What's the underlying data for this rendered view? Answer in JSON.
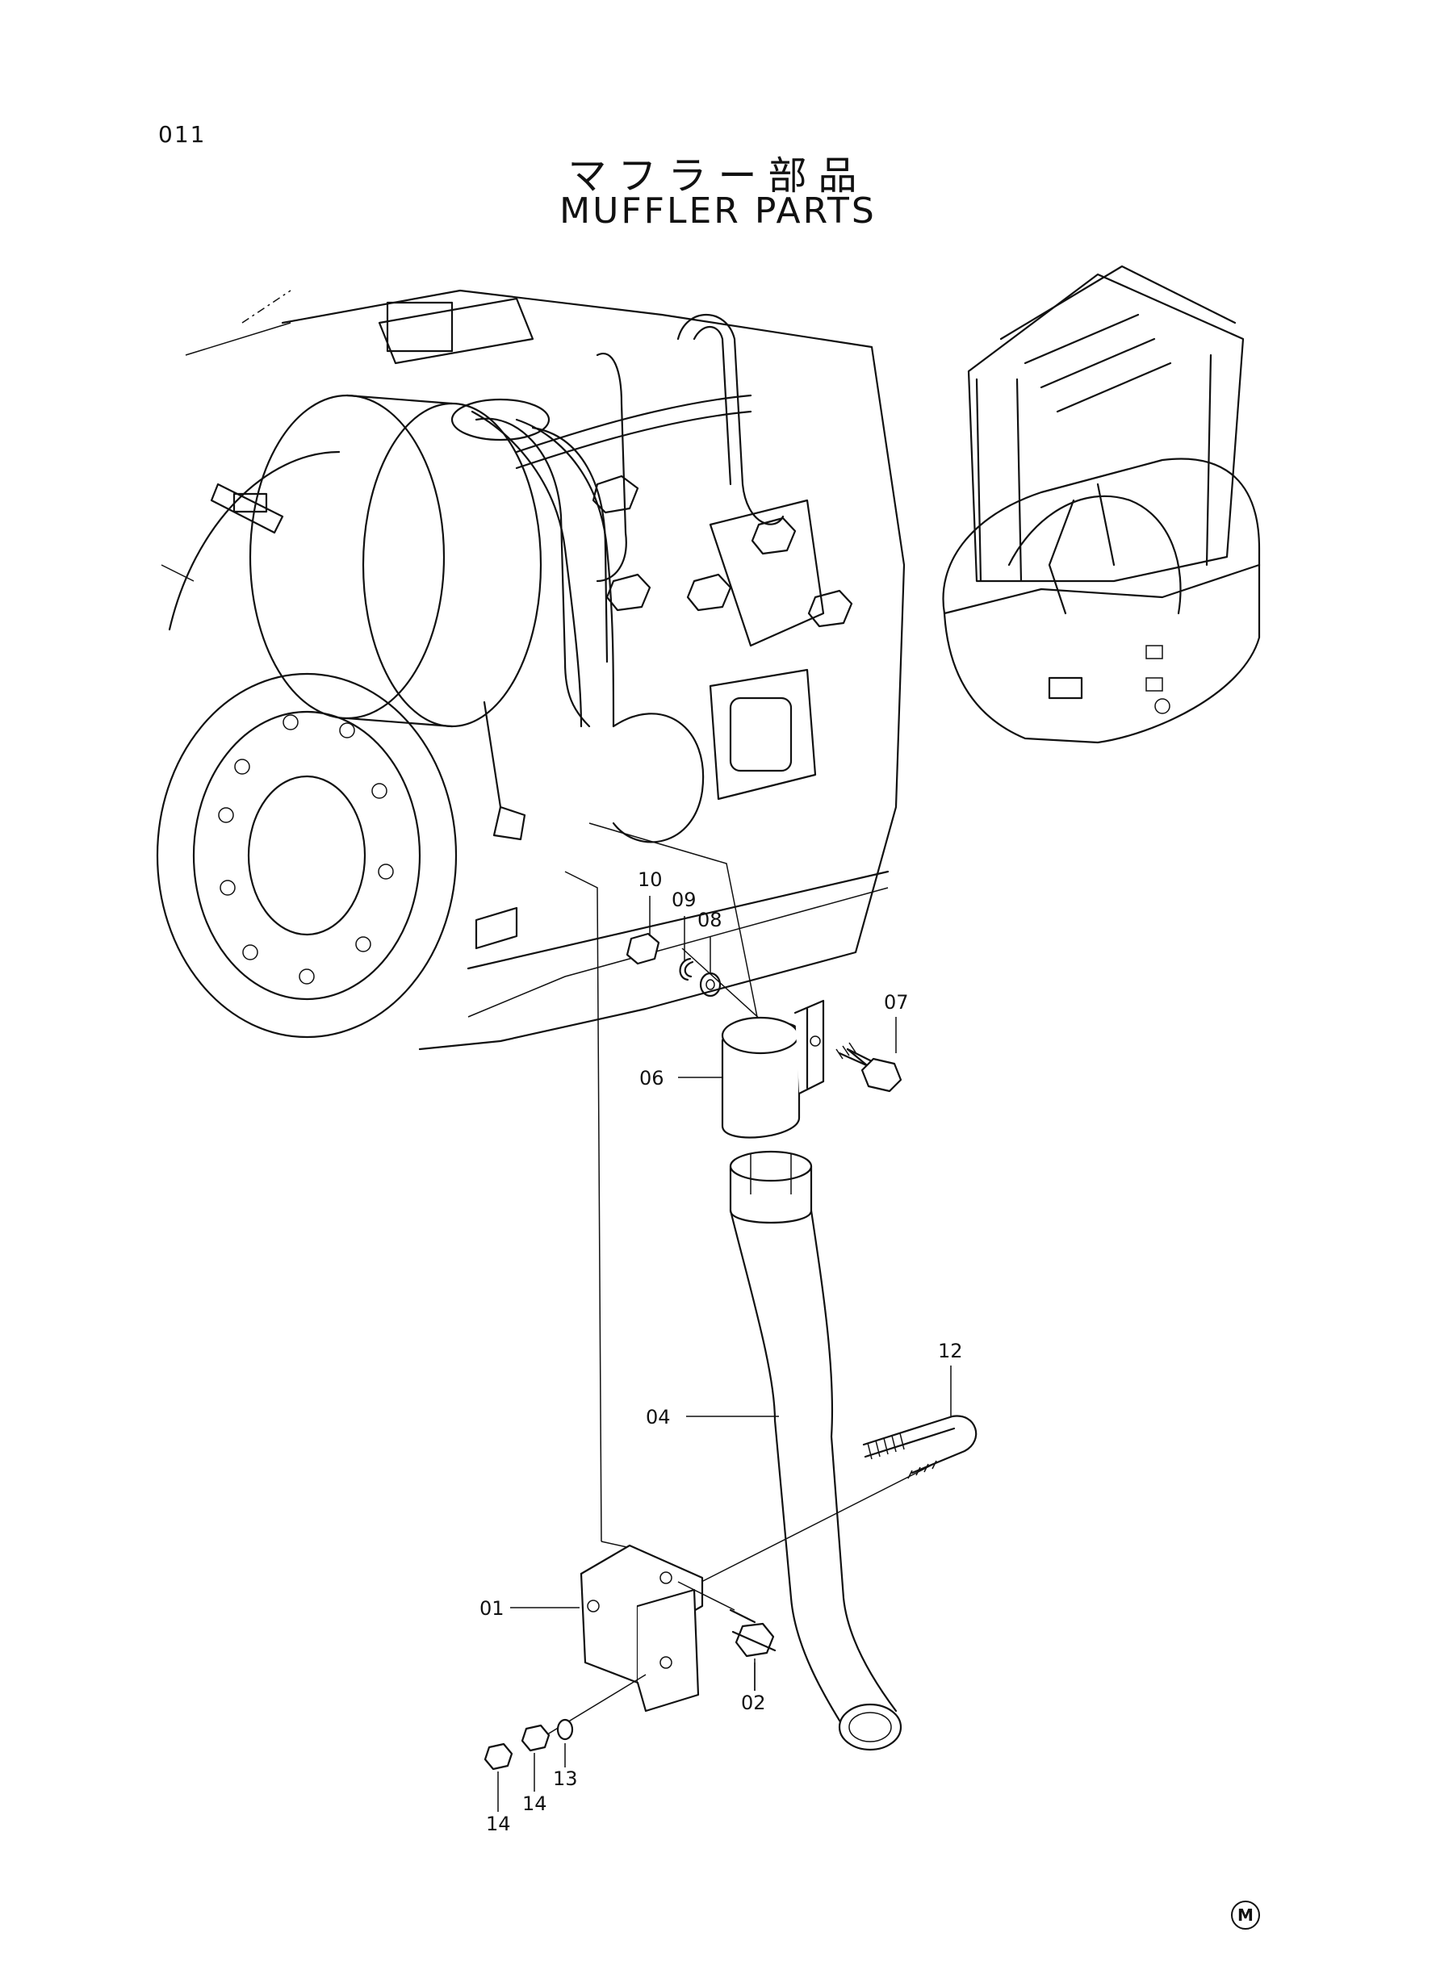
{
  "page_number": "011",
  "title_jp": "マフラー部品",
  "title_en": "MUFFLER PARTS",
  "corner_mark": "M",
  "callouts": [
    {
      "id": "c10",
      "label": "10"
    },
    {
      "id": "c09",
      "label": "09"
    },
    {
      "id": "c08",
      "label": "08"
    },
    {
      "id": "c07",
      "label": "07"
    },
    {
      "id": "c06",
      "label": "06"
    },
    {
      "id": "c12",
      "label": "12"
    },
    {
      "id": "c04",
      "label": "04"
    },
    {
      "id": "c01",
      "label": "01"
    },
    {
      "id": "c02",
      "label": "02"
    },
    {
      "id": "c13",
      "label": "13"
    },
    {
      "id": "c14a",
      "label": "14"
    },
    {
      "id": "c14b",
      "label": "14"
    }
  ]
}
